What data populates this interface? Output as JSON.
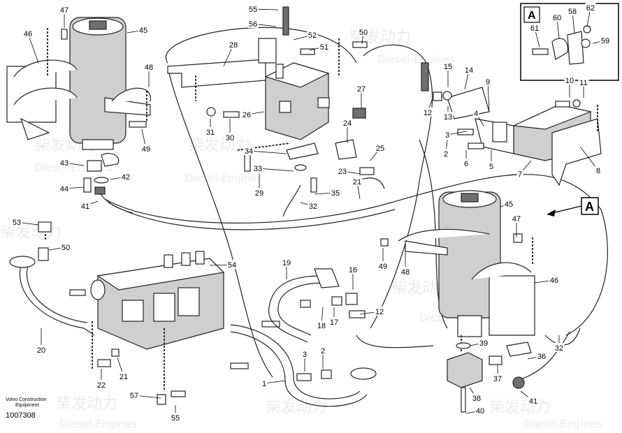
{
  "figure_id": "1007308",
  "manufacturer_line1": "Volvo Construction",
  "manufacturer_line2": "Equipment",
  "detail_label": "A",
  "watermark": {
    "cn": "柴发动力",
    "en": "Diesel-Engines"
  },
  "callouts": [
    "1",
    "2",
    "3",
    "4",
    "5",
    "6",
    "7",
    "8",
    "9",
    "10",
    "11",
    "12",
    "13",
    "14",
    "15",
    "16",
    "17",
    "18",
    "19",
    "20",
    "21",
    "22",
    "23",
    "24",
    "25",
    "26",
    "27",
    "28",
    "29",
    "30",
    "31",
    "32",
    "33",
    "34",
    "35",
    "36",
    "37",
    "38",
    "39",
    "40",
    "41",
    "42",
    "43",
    "44",
    "45",
    "46",
    "47",
    "48",
    "49",
    "50",
    "51",
    "52",
    "53",
    "54",
    "55",
    "56",
    "57",
    "58",
    "59",
    "60",
    "61",
    "62"
  ]
}
